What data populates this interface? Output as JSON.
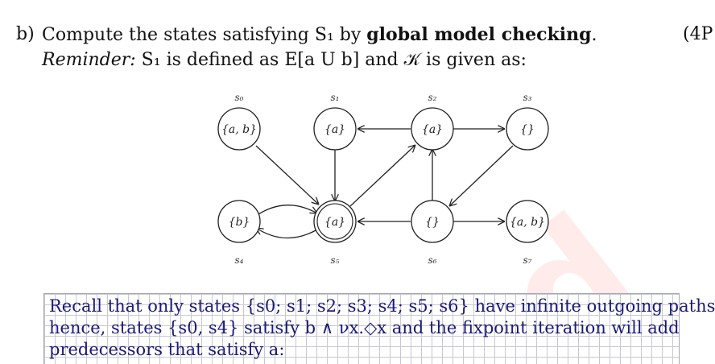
{
  "header": {
    "label": "b)",
    "question_pre": "Compute the states satisfying S₁ by ",
    "question_bold": "global model checking",
    "question_post": ".",
    "points": "(4P"
  },
  "reminder": {
    "lead": "Reminder:",
    "text": " S₁ is defined as E[a U b]  and 𝒦 is given as:"
  },
  "graph": {
    "states": [
      {
        "name": "s₀",
        "label": "{a, b}"
      },
      {
        "name": "s₁",
        "label": "{a}"
      },
      {
        "name": "s₂",
        "label": "{a}"
      },
      {
        "name": "s₃",
        "label": "{}"
      },
      {
        "name": "s₄",
        "label": "{b}"
      },
      {
        "name": "s₅",
        "label": "{a}"
      },
      {
        "name": "s₆",
        "label": "{}"
      },
      {
        "name": "s₇",
        "label": "{a, b}"
      }
    ],
    "edges": [
      [
        "s0",
        "s5"
      ],
      [
        "s1",
        "s5"
      ],
      [
        "s2",
        "s1"
      ],
      [
        "s2",
        "s3"
      ],
      [
        "s3",
        "s6"
      ],
      [
        "s4",
        "s5"
      ],
      [
        "s5",
        "s4"
      ],
      [
        "s5",
        "s2"
      ],
      [
        "s6",
        "s2"
      ],
      [
        "s6",
        "s5"
      ],
      [
        "s6",
        "s7"
      ]
    ]
  },
  "answer": {
    "lines": [
      "Recall that only states {s0; s1; s2; s3; s4; s5; s6} have infinite outgoing paths,",
      "hence, states {s0, s4} satisfy b ∧ νx.◇x and the fixpoint iteration will add",
      "predecessors that satisfy a:"
    ]
  },
  "watermark": {
    "text": "d",
    "color": "#ff3c28"
  }
}
